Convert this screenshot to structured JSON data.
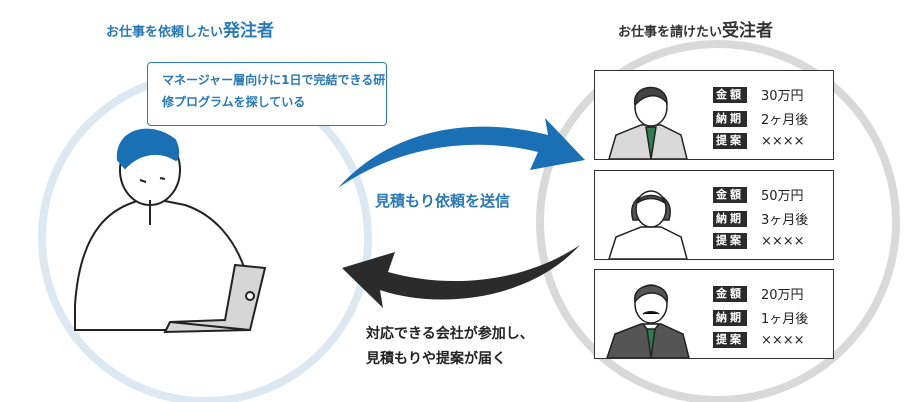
{
  "left_title": {
    "prefix": "お仕事を依頼したい",
    "emphasis": "発注者"
  },
  "right_title": {
    "prefix": "お仕事を請けたい",
    "emphasis": "受注者"
  },
  "bubble_text": "マネージャー層向けに1日で完結できる研修プログラムを探している",
  "send_label": "見積もり依頼を送信",
  "reply_label": [
    "対応できる会社が参加し、",
    "見積もりや提案が届く"
  ],
  "labels": {
    "amount": "金額",
    "deadline": "納期",
    "proposal": "提案"
  },
  "proposals": [
    {
      "amount": "30万円",
      "deadline": "2ヶ月後",
      "proposal": "××××"
    },
    {
      "amount": "50万円",
      "deadline": "3ヶ月後",
      "proposal": "××××"
    },
    {
      "amount": "20万円",
      "deadline": "1ヶ月後",
      "proposal": "××××"
    }
  ],
  "colors": {
    "blue": "#2a78b4",
    "light_blue": "#dce9f3",
    "gray_ring": "#d9d9d9",
    "tie": "#2e7d4f"
  }
}
